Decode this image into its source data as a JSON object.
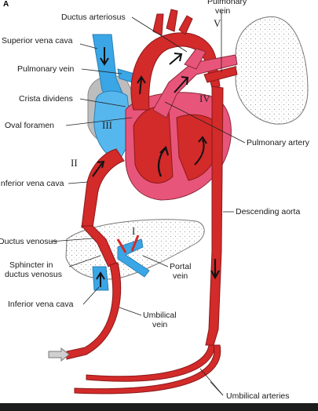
{
  "panel_letter": "A",
  "colors": {
    "oxygenated": "#d32a2a",
    "mixed": "#e8557a",
    "deoxygenated": "#3aa6e6",
    "organ_outline": "#777777"
  },
  "labels": {
    "ductus_arteriosus": "Ductus arteriosus",
    "pulmonary_vein_top_line1": "Pulmonary",
    "pulmonary_vein_top_line2": "vein",
    "superior_vena_cava": "Superior vena cava",
    "pulmonary_vein_left": "Pulmonary vein",
    "crista_dividens": "Crista dividens",
    "oval_foramen": "Oval foramen",
    "pulmonary_artery": "Pulmonary artery",
    "inferior_vena_cava_upper": "Inferior vena cava",
    "descending_aorta": "Descending aorta",
    "ductus_venosus": "Ductus venosus",
    "sphincter_line1": "Sphincter in",
    "sphincter_line2": "ductus venosus",
    "portal_vein_line1": "Portal",
    "portal_vein_line2": "vein",
    "inferior_vena_cava_lower": "Inferior vena cava",
    "umbilical_vein_line1": "Umbilical",
    "umbilical_vein_line2": "vein",
    "umbilical_arteries": "Umbilical arteries"
  },
  "roman_numerals": {
    "i": "I",
    "ii": "II",
    "iii": "III",
    "iv": "IV",
    "v": "V"
  }
}
